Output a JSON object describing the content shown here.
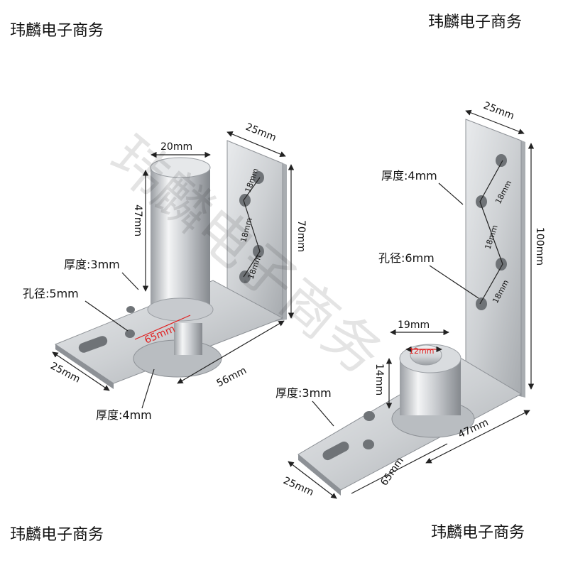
{
  "watermark": "玮麟电子商务",
  "corner_labels": [
    "玮麟电子商务",
    "玮麟电子商务",
    "玮麟电子商务",
    "玮麟电子商务"
  ],
  "left_hinge": {
    "pin_diameter": "20mm",
    "pin_height": "47mm",
    "bracket_width": "25mm",
    "bracket_height": "70mm",
    "hole_spacing_1": "18mm",
    "hole_spacing_2": "18mm",
    "hole_spacing_3": "18mm",
    "plate_thickness": "厚度:3mm",
    "hole_diameter": "孔径:5mm",
    "center_distance": "65mm",
    "base_width": "25mm",
    "base_length": "56mm",
    "base_thickness": "厚度:4mm"
  },
  "right_hinge": {
    "bracket_width": "25mm",
    "plate_thickness_top": "厚度:4mm",
    "bracket_height": "100mm",
    "hole_spacing_1": "18mm",
    "hole_spacing_2": "18mm",
    "hole_spacing_3": "18mm",
    "hole_diameter": "孔径:6mm",
    "cap_diameter": "19mm",
    "pin_diameter": "12mm",
    "cap_height": "14mm",
    "plate_thickness_bottom": "厚度:3mm",
    "base_length": "47mm",
    "arm_length": "65mm",
    "arm_width": "25mm"
  },
  "colors": {
    "steel_light": "#eef0f2",
    "steel_mid": "#c9ccd0",
    "steel_dark": "#8d9196",
    "accent_red": "#e02020"
  }
}
